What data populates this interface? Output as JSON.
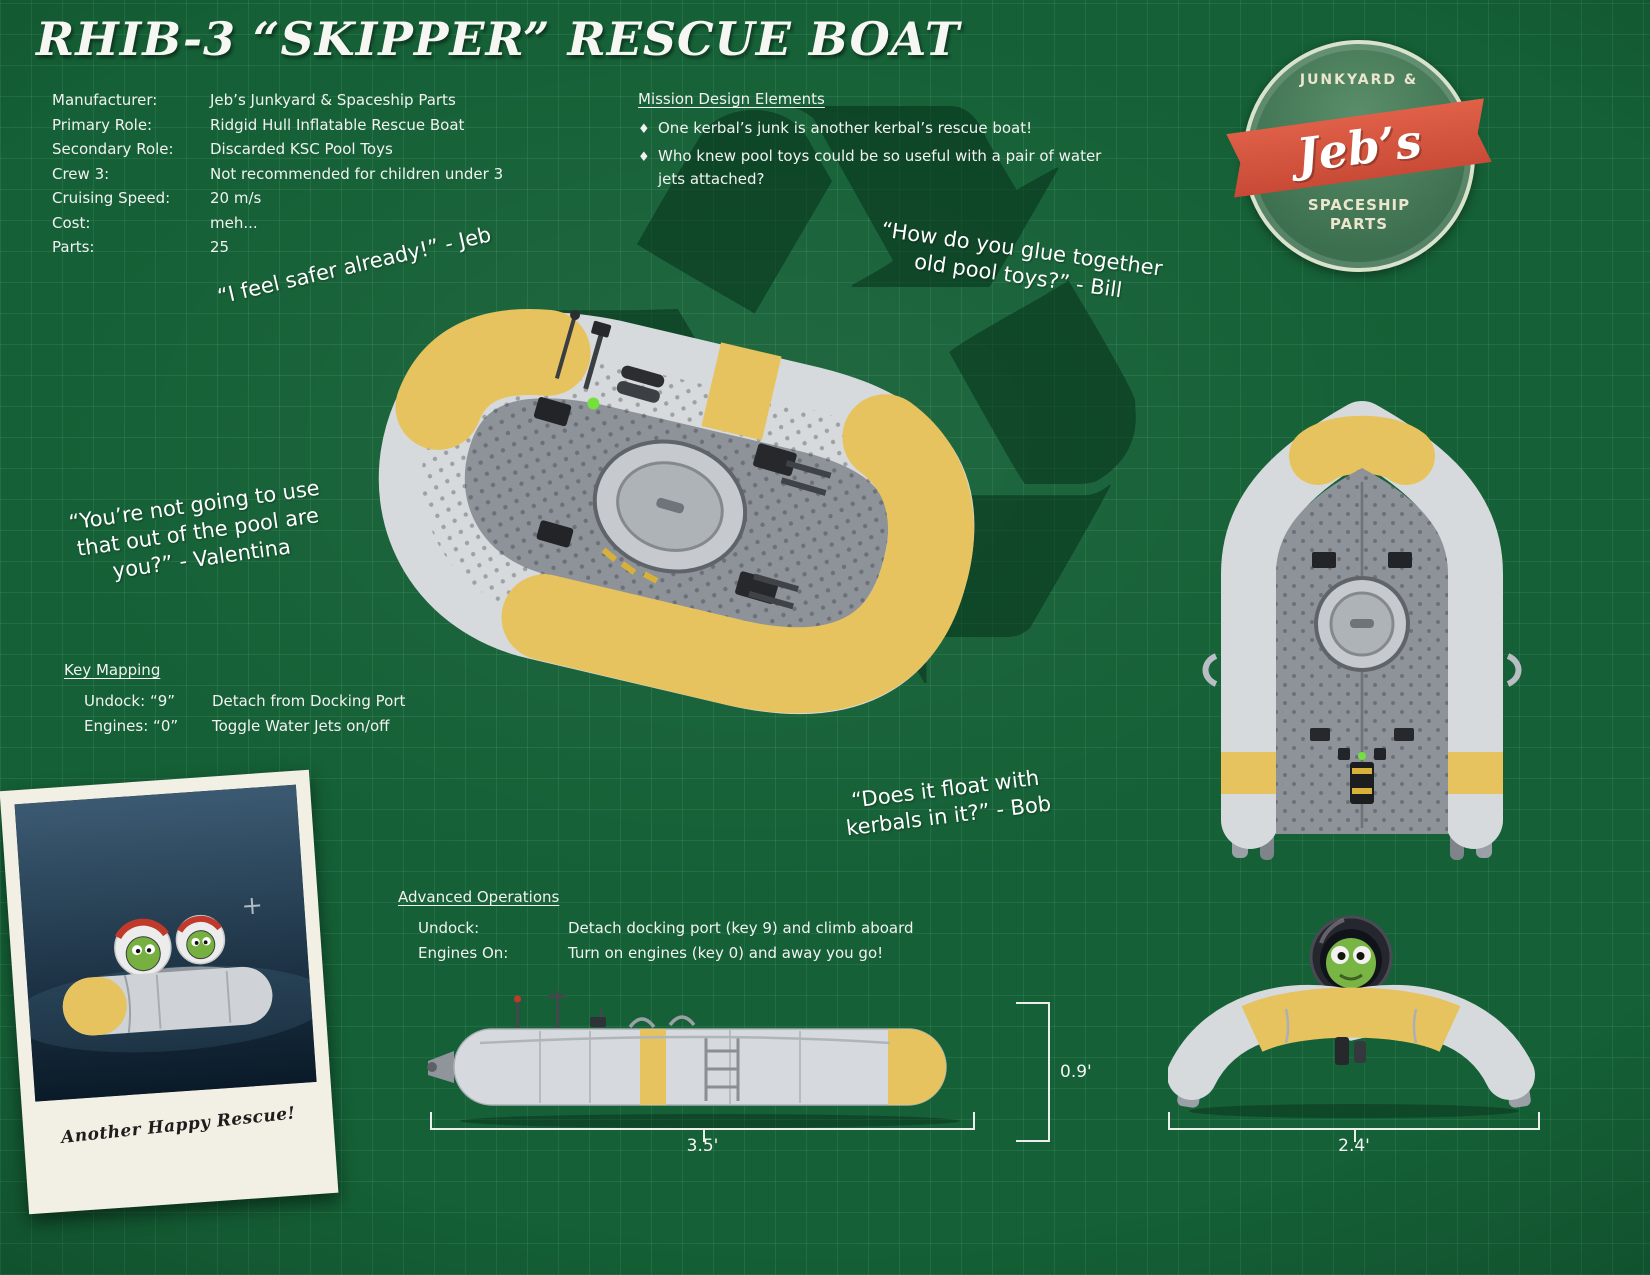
{
  "title": "RHIB-3 “SKIPPER”  RESCUE BOAT",
  "specs": {
    "rows": [
      {
        "label": "Manufacturer:",
        "value": "Jeb’s Junkyard & Spaceship Parts"
      },
      {
        "label": "Primary Role:",
        "value": "Ridgid Hull Inflatable Rescue Boat"
      },
      {
        "label": "Secondary Role:",
        "value": "Discarded KSC Pool Toys"
      },
      {
        "label": "Crew 3:",
        "value": "Not recommended for children under 3"
      },
      {
        "label": "Cruising Speed:",
        "value": "20 m/s"
      },
      {
        "label": "Cost:",
        "value": "meh..."
      },
      {
        "label": "Parts:",
        "value": "25"
      }
    ]
  },
  "mission": {
    "heading": "Mission Design Elements",
    "bullet_glyph": "♦",
    "bullets": [
      "One kerbal’s junk is another kerbal’s rescue boat!",
      "Who knew pool toys could be so useful with a pair of water jets attached?"
    ]
  },
  "logo": {
    "top_text": "JUNKYARD &",
    "name": "Jeb’s",
    "bottom_line1": "SPACESHIP",
    "bottom_line2": "PARTS"
  },
  "quotes": {
    "jeb": {
      "lines": [
        "“I feel safer already!” - Jeb"
      ]
    },
    "bill": {
      "lines": [
        "“How do you glue together",
        "old pool toys?” - Bill"
      ]
    },
    "valentina": {
      "lines": [
        "“You’re not going to use",
        "that out of the pool are",
        "you?” - Valentina"
      ]
    },
    "bob": {
      "lines": [
        "“Does it float with",
        "kerbals in it?” - Bob"
      ]
    }
  },
  "key_mapping": {
    "heading": "Key Mapping",
    "rows": [
      {
        "key": "Undock: “9”",
        "desc": "Detach from Docking Port"
      },
      {
        "key": "Engines: “0”",
        "desc": "Toggle Water Jets on/off"
      }
    ]
  },
  "advanced_operations": {
    "heading": "Advanced Operations",
    "rows": [
      {
        "key": "Undock:",
        "desc": "Detach docking port (key 9) and climb aboard"
      },
      {
        "key": "Engines On:",
        "desc": "Turn on engines (key 0) and away you go!"
      }
    ]
  },
  "polaroid": {
    "caption": "Another Happy Rescue!"
  },
  "dimensions": {
    "length": "3.5'",
    "height": "0.9'",
    "width": "2.4'"
  },
  "watermark_glyph": "♻",
  "colors": {
    "background_green": "#156036",
    "grid_line": "#2f7d52",
    "accent_gold": "#e6c35e",
    "hull_gray": "#d7dadd",
    "deck_gray": "#8d9399",
    "logo_red": "#d8503c",
    "logo_green": "#49795a",
    "text_white": "#f2f2f2"
  }
}
